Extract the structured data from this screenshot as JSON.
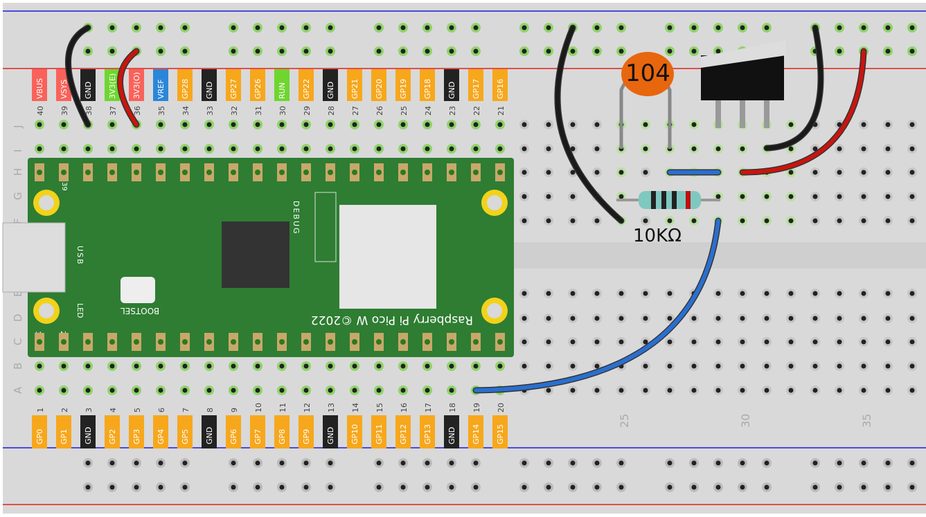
{
  "breadboard": {
    "row_letters_top": [
      "J",
      "I",
      "H",
      "G",
      "F"
    ],
    "row_letters_bottom": [
      "E",
      "D",
      "C",
      "B",
      "A"
    ],
    "column_markers": [
      "25",
      "30",
      "35"
    ],
    "colors": {
      "board": "#d9d9d9",
      "red_rail": "#e0201c",
      "blue_rail": "#1a1ae0",
      "hole_active": "#8fd46a"
    }
  },
  "pico": {
    "name_text": "Raspberry Pi Pico W ©2022",
    "bootsel_label": "BOOTSEL",
    "usb_label": "USB",
    "led_label": "LED",
    "debug_label": "DEBUG",
    "corner_pin_top": "39",
    "corner_pin_bottom_1": "1",
    "corner_pin_bottom_2": "2",
    "board_color": "#2e7d32",
    "top_pins": [
      {
        "num": "40",
        "label": "VBUS",
        "type": "power"
      },
      {
        "num": "39",
        "label": "VSYS",
        "type": "power"
      },
      {
        "num": "38",
        "label": "GND",
        "type": "gnd"
      },
      {
        "num": "37",
        "label": "3V3(E)",
        "type": "ctrl"
      },
      {
        "num": "36",
        "label": "3V3(O)",
        "type": "power"
      },
      {
        "num": "35",
        "label": "VREF",
        "type": "ref"
      },
      {
        "num": "34",
        "label": "GP28",
        "type": "gpio"
      },
      {
        "num": "33",
        "label": "GND",
        "type": "gnd"
      },
      {
        "num": "32",
        "label": "GP27",
        "type": "gpio"
      },
      {
        "num": "31",
        "label": "GP26",
        "type": "gpio"
      },
      {
        "num": "30",
        "label": "RUN",
        "type": "ctrl"
      },
      {
        "num": "29",
        "label": "GP22",
        "type": "gpio"
      },
      {
        "num": "28",
        "label": "GND",
        "type": "gnd"
      },
      {
        "num": "27",
        "label": "GP21",
        "type": "gpio"
      },
      {
        "num": "26",
        "label": "GP20",
        "type": "gpio"
      },
      {
        "num": "25",
        "label": "GP19",
        "type": "gpio"
      },
      {
        "num": "24",
        "label": "GP18",
        "type": "gpio"
      },
      {
        "num": "23",
        "label": "GND",
        "type": "gnd"
      },
      {
        "num": "22",
        "label": "GP17",
        "type": "gpio"
      },
      {
        "num": "21",
        "label": "GP16",
        "type": "gpio"
      }
    ],
    "bottom_pins": [
      {
        "num": "1",
        "label": "GP0",
        "type": "gpio"
      },
      {
        "num": "2",
        "label": "GP1",
        "type": "gpio"
      },
      {
        "num": "3",
        "label": "GND",
        "type": "gnd"
      },
      {
        "num": "4",
        "label": "GP2",
        "type": "gpio"
      },
      {
        "num": "5",
        "label": "GP3",
        "type": "gpio"
      },
      {
        "num": "6",
        "label": "GP4",
        "type": "gpio"
      },
      {
        "num": "7",
        "label": "GP5",
        "type": "gpio"
      },
      {
        "num": "8",
        "label": "GND",
        "type": "gnd"
      },
      {
        "num": "9",
        "label": "GP6",
        "type": "gpio"
      },
      {
        "num": "10",
        "label": "GP7",
        "type": "gpio"
      },
      {
        "num": "11",
        "label": "GP8",
        "type": "gpio"
      },
      {
        "num": "12",
        "label": "GP9",
        "type": "gpio"
      },
      {
        "num": "13",
        "label": "GND",
        "type": "gnd"
      },
      {
        "num": "14",
        "label": "GP10",
        "type": "gpio"
      },
      {
        "num": "15",
        "label": "GP11",
        "type": "gpio"
      },
      {
        "num": "16",
        "label": "GP12",
        "type": "gpio"
      },
      {
        "num": "17",
        "label": "GP13",
        "type": "gpio"
      },
      {
        "num": "18",
        "label": "GND",
        "type": "gnd"
      },
      {
        "num": "19",
        "label": "GP14",
        "type": "gpio"
      },
      {
        "num": "20",
        "label": "GP15",
        "type": "gpio"
      }
    ],
    "pin_colors": {
      "power": "#f9625a",
      "gnd": "#222222",
      "ctrl": "#6fd630",
      "ref": "#2b86d9",
      "gpio": "#f7a71c"
    }
  },
  "components": {
    "capacitor_label": "104",
    "resistor_label": "10KΩ"
  },
  "wire_colors": {
    "black": "#1a1a1a",
    "red": "#c8150f",
    "blue": "#2a6fcf"
  }
}
